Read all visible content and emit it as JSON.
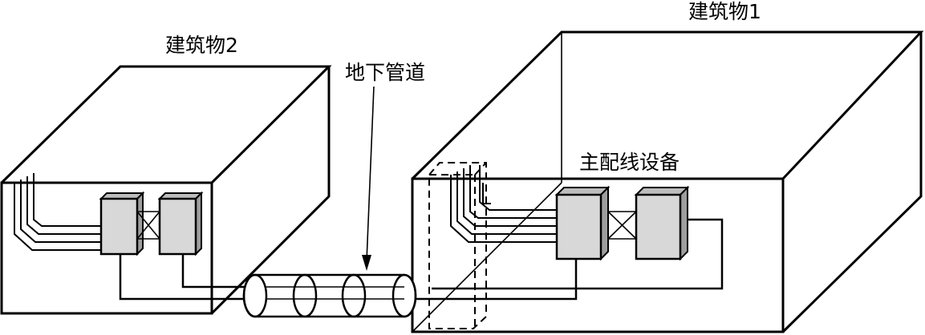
{
  "labels": {
    "building2": "建筑物2",
    "building1": "建筑物1",
    "underground_pipe": "地下管道",
    "main_distribution_equipment": "主配线设备"
  },
  "colors": {
    "line": "#000000",
    "cabinet_fill": "#d8d8d8",
    "cabinet_side": "#9e9e9e",
    "background": "#ffffff"
  }
}
